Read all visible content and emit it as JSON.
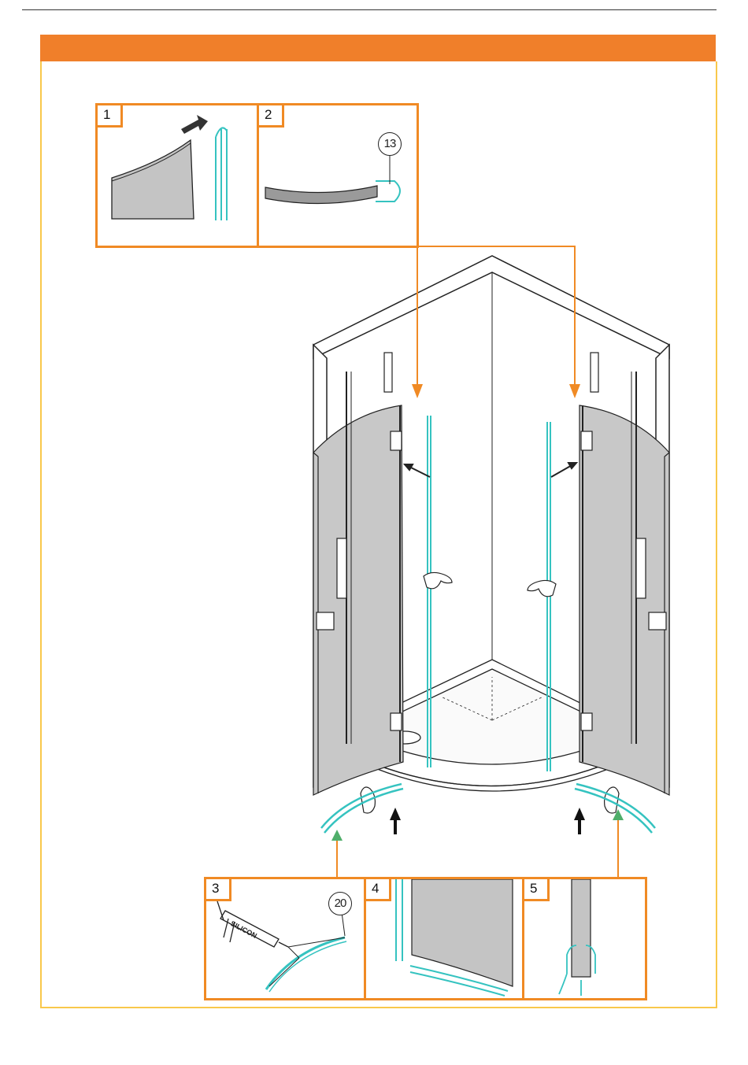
{
  "colors": {
    "header_orange": "#f07f2a",
    "frame_yellow": "#f9c84b",
    "arrow_orange": "#f08a24",
    "seal_teal": "#35c3c0",
    "glass_grey": "#c8c8c8"
  },
  "steps": [
    {
      "number": "1"
    },
    {
      "number": "2",
      "part_number": "13"
    },
    {
      "number": "3",
      "part_number": "20",
      "tube_label": "SILICON"
    },
    {
      "number": "4"
    },
    {
      "number": "5"
    }
  ],
  "icons": [
    "hand-icon",
    "push-arrow-icon",
    "silicone-gun-icon",
    "seal-profile-icon"
  ]
}
